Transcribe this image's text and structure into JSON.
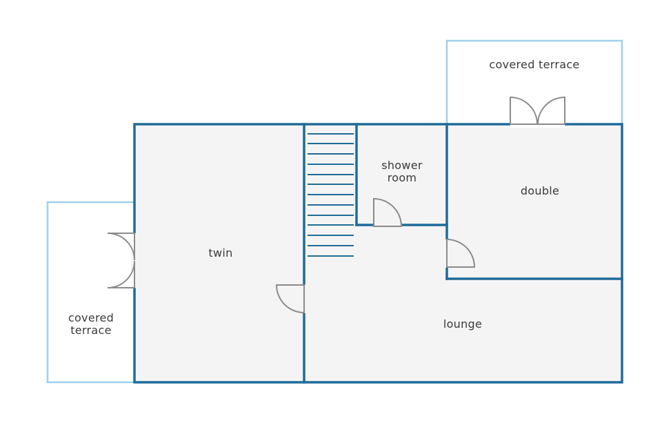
{
  "rooms": {
    "covered_terrace_top": "covered terrace",
    "covered_terrace_left_line1": "covered",
    "covered_terrace_left_line2": "terrace",
    "shower_line1": "shower",
    "shower_line2": "room",
    "double": "double",
    "twin": "twin",
    "lounge": "lounge"
  },
  "colors": {
    "wall": "#1f6b99",
    "terrace_outline": "#9fd0ea",
    "floor": "#f4f4f4",
    "door": "#8a8a8a"
  }
}
